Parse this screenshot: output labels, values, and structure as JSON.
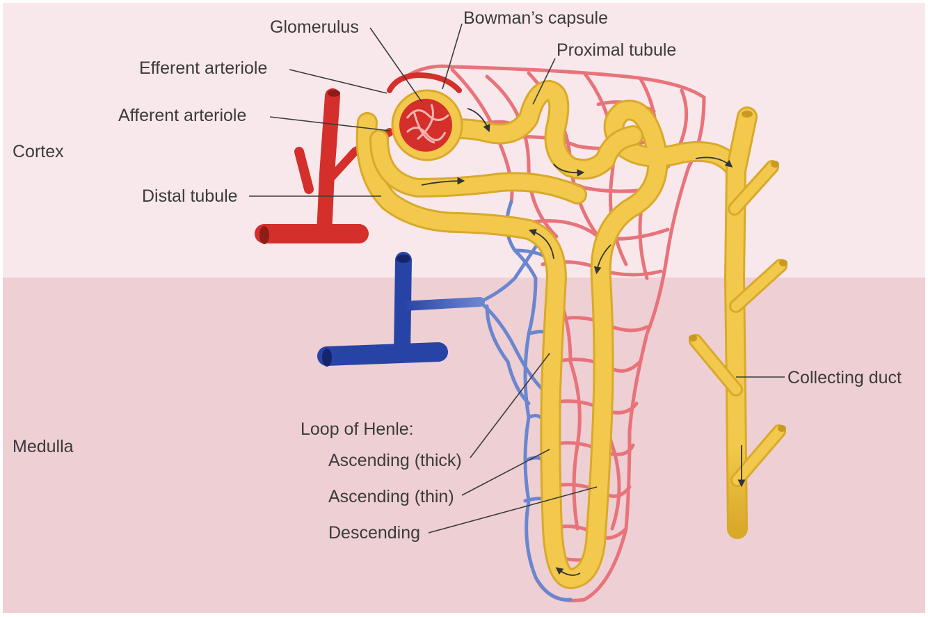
{
  "regions": {
    "cortex": "Cortex",
    "medulla": "Medulla"
  },
  "labels": {
    "glomerulus": "Glomerulus",
    "bowmans_capsule": "Bowman’s capsule",
    "proximal_tubule": "Proximal tubule",
    "efferent_arteriole": "Efferent arteriole",
    "afferent_arteriole": "Afferent arteriole",
    "distal_tubule": "Distal tubule",
    "collecting_duct": "Collecting duct",
    "loop_of_henle": "Loop of Henle:",
    "ascending_thick": "Ascending (thick)",
    "ascending_thin": "Ascending (thin)",
    "descending": "Descending"
  },
  "colors": {
    "cortex_bg": "#f9e8eb",
    "medulla_bg": "#eecfd3",
    "tubule": "#f2c94c",
    "tubule_edge": "#d9a92a",
    "artery": "#d42f2a",
    "vein": "#2743a6",
    "capillary_red": "#e8737a",
    "capillary_blue": "#6a86cf",
    "text": "#3b3b3b"
  }
}
